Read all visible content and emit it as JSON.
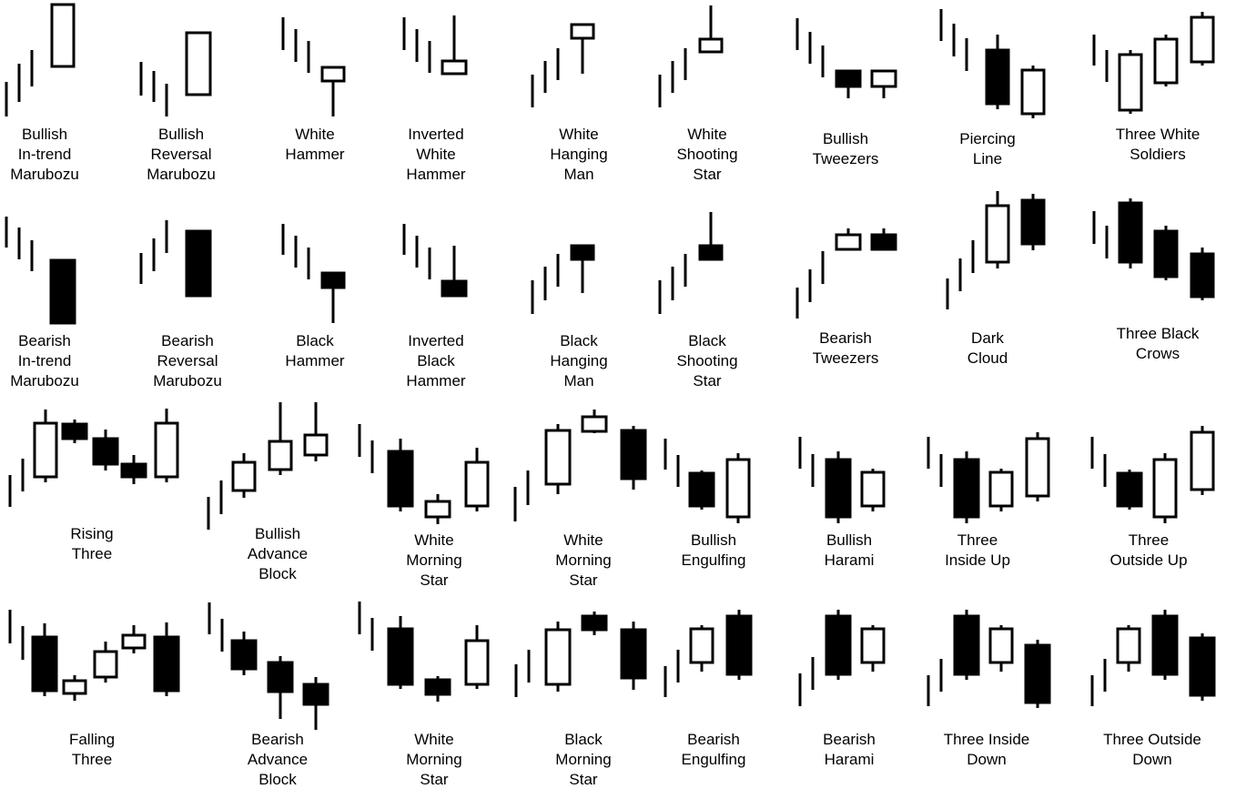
{
  "patterns": [
    {
      "id": "bullish-in-trend-marubozu",
      "label": [
        "Bullish",
        "In-trend",
        "Marubozu"
      ]
    },
    {
      "id": "bullish-reversal-marubozu",
      "label": [
        "Bullish",
        "Reversal",
        "Marubozu"
      ]
    },
    {
      "id": "white-hammer",
      "label": [
        "White",
        "Hammer"
      ]
    },
    {
      "id": "inverted-white-hammer",
      "label": [
        "Inverted",
        "White",
        "Hammer"
      ]
    },
    {
      "id": "white-hanging-man",
      "label": [
        "White",
        "Hanging",
        "Man"
      ]
    },
    {
      "id": "white-shooting-star",
      "label": [
        "White",
        "Shooting",
        "Star"
      ]
    },
    {
      "id": "bullish-tweezers",
      "label": [
        "Bullish",
        "Tweezers"
      ]
    },
    {
      "id": "piercing-line",
      "label": [
        "Piercing",
        "Line"
      ]
    },
    {
      "id": "three-white-soldiers",
      "label": [
        "Three White",
        "Soldiers"
      ]
    },
    {
      "id": "bearish-in-trend-marubozu",
      "label": [
        "Bearish",
        "In-trend",
        "Marubozu"
      ]
    },
    {
      "id": "bearish-reversal-marubozu",
      "label": [
        "Bearish",
        "Reversal",
        "Marubozu"
      ]
    },
    {
      "id": "black-hammer",
      "label": [
        "Black",
        "Hammer"
      ]
    },
    {
      "id": "inverted-black-hammer",
      "label": [
        "Inverted",
        "Black",
        "Hammer"
      ]
    },
    {
      "id": "black-hanging-man",
      "label": [
        "Black",
        "Hanging",
        "Man"
      ]
    },
    {
      "id": "black-shooting-star",
      "label": [
        "Black",
        "Shooting",
        "Star"
      ]
    },
    {
      "id": "bearish-tweezers",
      "label": [
        "Bearish",
        "Tweezers"
      ]
    },
    {
      "id": "dark-cloud",
      "label": [
        "Dark",
        "Cloud"
      ]
    },
    {
      "id": "three-black-crows",
      "label": [
        "Three Black",
        "Crows"
      ]
    },
    {
      "id": "rising-three",
      "label": [
        "Rising",
        "Three"
      ]
    },
    {
      "id": "bullish-advance-block",
      "label": [
        "Bullish",
        "Advance",
        "Block"
      ]
    },
    {
      "id": "white-morning-star-1",
      "label": [
        "White",
        "Morning",
        "Star"
      ]
    },
    {
      "id": "white-morning-star-2",
      "label": [
        "White",
        "Morning",
        "Star"
      ]
    },
    {
      "id": "bullish-engulfing",
      "label": [
        "Bullish",
        "Engulfing"
      ]
    },
    {
      "id": "bullish-harami",
      "label": [
        "Bullish",
        "Harami"
      ]
    },
    {
      "id": "three-inside-up",
      "label": [
        "Three",
        "Inside Up"
      ]
    },
    {
      "id": "three-outside-up",
      "label": [
        "Three",
        "Outside Up"
      ]
    },
    {
      "id": "falling-three",
      "label": [
        "Falling",
        "Three"
      ]
    },
    {
      "id": "bearish-advance-block",
      "label": [
        "Bearish",
        "Advance",
        "Block"
      ]
    },
    {
      "id": "white-morning-star-3",
      "label": [
        "White",
        "Morning",
        "Star"
      ]
    },
    {
      "id": "black-morning-star",
      "label": [
        "Black",
        "Morning",
        "Star"
      ]
    },
    {
      "id": "bearish-engulfing",
      "label": [
        "Bearish",
        "Engulfing"
      ]
    },
    {
      "id": "bearish-harami",
      "label": [
        "Bearish",
        "Harami"
      ]
    },
    {
      "id": "three-inside-down",
      "label": [
        "Three Inside",
        "Down"
      ]
    },
    {
      "id": "three-outside-down",
      "label": [
        "Three Outside",
        "Down"
      ]
    }
  ],
  "colors": {
    "ink": "#000000",
    "paper": "#ffffff"
  }
}
